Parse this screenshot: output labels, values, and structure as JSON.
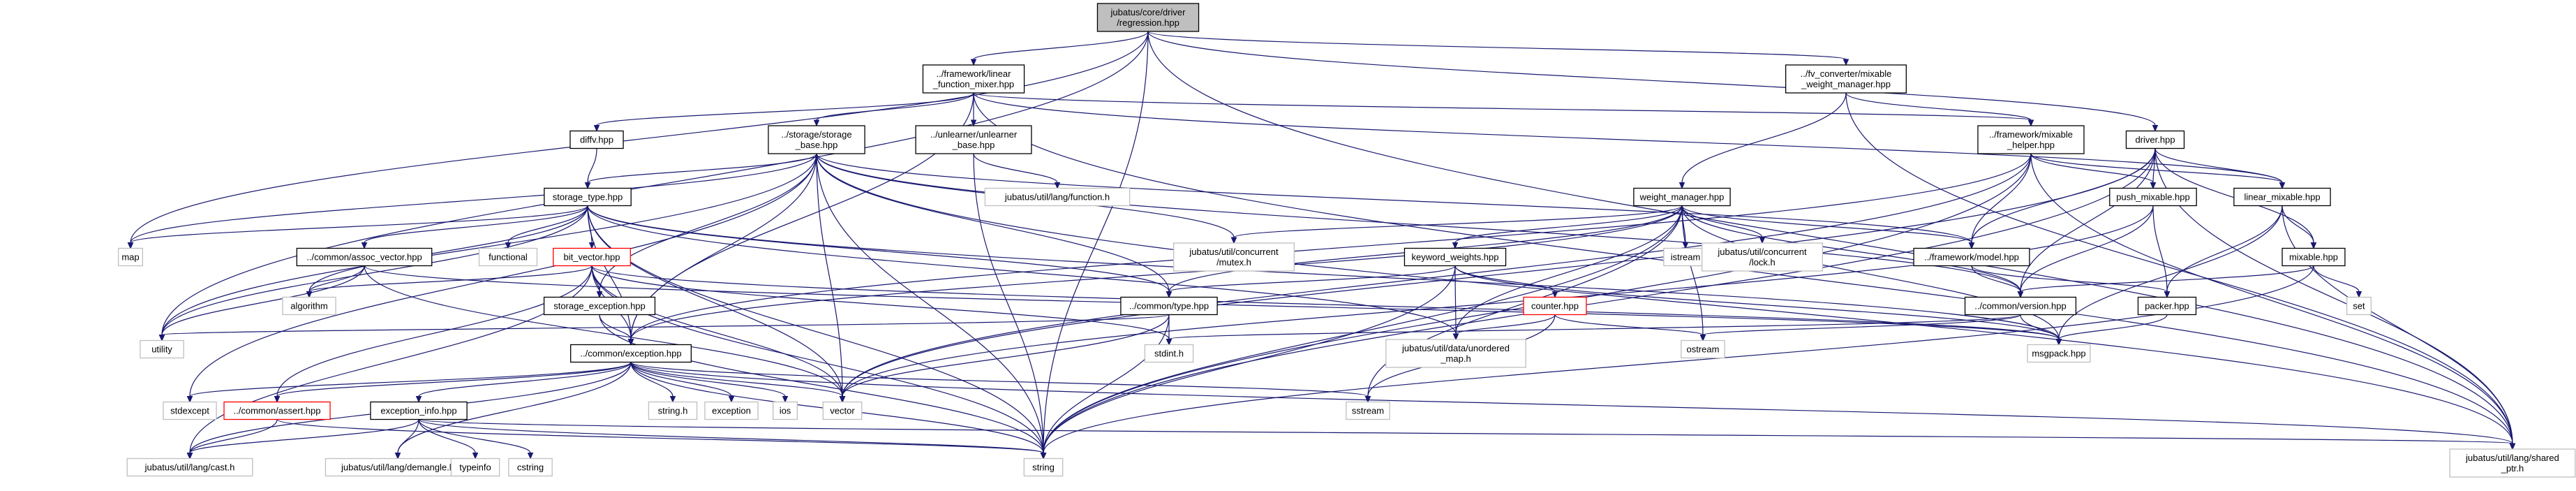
{
  "diagram": {
    "nodes": [
      {
        "id": "root",
        "lines": [
          "jubatus/core/driver",
          "/regression.hpp"
        ],
        "style": "root"
      },
      {
        "id": "lfm",
        "lines": [
          "../framework/linear",
          "_function_mixer.hpp"
        ],
        "style": "normal"
      },
      {
        "id": "fvconv",
        "lines": [
          "../fv_converter/mixable",
          "_weight_manager.hpp"
        ],
        "style": "normal"
      },
      {
        "id": "diffv",
        "lines": [
          "diffv.hpp"
        ],
        "style": "normal"
      },
      {
        "id": "storage_base",
        "lines": [
          "../storage/storage",
          "_base.hpp"
        ],
        "style": "normal"
      },
      {
        "id": "unlearner",
        "lines": [
          "../unlearner/unlearner",
          "_base.hpp"
        ],
        "style": "normal"
      },
      {
        "id": "mixable_helper",
        "lines": [
          "../framework/mixable",
          "_helper.hpp"
        ],
        "style": "normal"
      },
      {
        "id": "driver",
        "lines": [
          "driver.hpp"
        ],
        "style": "normal"
      },
      {
        "id": "function_h",
        "lines": [
          "jubatus/util/lang/function.h"
        ],
        "style": "missing"
      },
      {
        "id": "storage_type",
        "lines": [
          "storage_type.hpp"
        ],
        "style": "normal"
      },
      {
        "id": "weight_manager",
        "lines": [
          "weight_manager.hpp"
        ],
        "style": "normal"
      },
      {
        "id": "push_mixable",
        "lines": [
          "push_mixable.hpp"
        ],
        "style": "normal"
      },
      {
        "id": "linear_mixable",
        "lines": [
          "linear_mixable.hpp"
        ],
        "style": "normal"
      },
      {
        "id": "map",
        "lines": [
          "map"
        ],
        "style": "missing"
      },
      {
        "id": "assoc_vector",
        "lines": [
          "../common/assoc_vector.hpp"
        ],
        "style": "normal"
      },
      {
        "id": "functional",
        "lines": [
          "functional"
        ],
        "style": "missing"
      },
      {
        "id": "bit_vector",
        "lines": [
          "bit_vector.hpp"
        ],
        "style": "err"
      },
      {
        "id": "mutex_h",
        "lines": [
          "jubatus/util/concurrent",
          "/mutex.h"
        ],
        "style": "missing"
      },
      {
        "id": "keyword_weights",
        "lines": [
          "keyword_weights.hpp"
        ],
        "style": "normal"
      },
      {
        "id": "istream",
        "lines": [
          "istream"
        ],
        "style": "missing"
      },
      {
        "id": "lock_h",
        "lines": [
          "jubatus/util/concurrent",
          "/lock.h"
        ],
        "style": "missing"
      },
      {
        "id": "model",
        "lines": [
          "../framework/model.hpp"
        ],
        "style": "normal"
      },
      {
        "id": "mixable",
        "lines": [
          "mixable.hpp"
        ],
        "style": "normal"
      },
      {
        "id": "algorithm",
        "lines": [
          "algorithm"
        ],
        "style": "missing"
      },
      {
        "id": "storage_exception",
        "lines": [
          "storage_exception.hpp"
        ],
        "style": "normal"
      },
      {
        "id": "common_type",
        "lines": [
          "../common/type.hpp"
        ],
        "style": "normal"
      },
      {
        "id": "counter",
        "lines": [
          "counter.hpp"
        ],
        "style": "err"
      },
      {
        "id": "version",
        "lines": [
          "../common/version.hpp"
        ],
        "style": "normal"
      },
      {
        "id": "packer",
        "lines": [
          "packer.hpp"
        ],
        "style": "normal"
      },
      {
        "id": "set",
        "lines": [
          "set"
        ],
        "style": "missing"
      },
      {
        "id": "utility",
        "lines": [
          "utility"
        ],
        "style": "missing"
      },
      {
        "id": "common_exception",
        "lines": [
          "../common/exception.hpp"
        ],
        "style": "normal"
      },
      {
        "id": "stdint",
        "lines": [
          "stdint.h"
        ],
        "style": "missing"
      },
      {
        "id": "unordered_map",
        "lines": [
          "jubatus/util/data/unordered",
          "_map.h"
        ],
        "style": "missing"
      },
      {
        "id": "ostream",
        "lines": [
          "ostream"
        ],
        "style": "missing"
      },
      {
        "id": "msgpack",
        "lines": [
          "msgpack.hpp"
        ],
        "style": "missing"
      },
      {
        "id": "stdexcept",
        "lines": [
          "stdexcept"
        ],
        "style": "missing"
      },
      {
        "id": "common_assert",
        "lines": [
          "../common/assert.hpp"
        ],
        "style": "err"
      },
      {
        "id": "exception_info",
        "lines": [
          "exception_info.hpp"
        ],
        "style": "normal"
      },
      {
        "id": "string_h",
        "lines": [
          "string.h"
        ],
        "style": "missing"
      },
      {
        "id": "exception",
        "lines": [
          "exception"
        ],
        "style": "missing"
      },
      {
        "id": "ios",
        "lines": [
          "ios"
        ],
        "style": "missing"
      },
      {
        "id": "vector",
        "lines": [
          "vector"
        ],
        "style": "missing"
      },
      {
        "id": "sstream",
        "lines": [
          "sstream"
        ],
        "style": "missing"
      },
      {
        "id": "cast_h",
        "lines": [
          "jubatus/util/lang/cast.h"
        ],
        "style": "missing"
      },
      {
        "id": "demangle_h",
        "lines": [
          "jubatus/util/lang/demangle.h"
        ],
        "style": "missing"
      },
      {
        "id": "typeinfo",
        "lines": [
          "typeinfo"
        ],
        "style": "missing"
      },
      {
        "id": "cstring",
        "lines": [
          "cstring"
        ],
        "style": "missing"
      },
      {
        "id": "string",
        "lines": [
          "string"
        ],
        "style": "missing"
      },
      {
        "id": "shared_ptr",
        "lines": [
          "jubatus/util/lang/shared",
          "_ptr.h"
        ],
        "style": "missing"
      }
    ],
    "edges": [
      [
        "root",
        "lfm"
      ],
      [
        "root",
        "fvconv"
      ],
      [
        "root",
        "driver"
      ],
      [
        "root",
        "utility"
      ],
      [
        "root",
        "map"
      ],
      [
        "root",
        "string"
      ],
      [
        "root",
        "shared_ptr"
      ],
      [
        "lfm",
        "diffv"
      ],
      [
        "lfm",
        "storage_base"
      ],
      [
        "lfm",
        "unlearner"
      ],
      [
        "lfm",
        "mixable_helper"
      ],
      [
        "lfm",
        "linear_mixable"
      ],
      [
        "lfm",
        "common_exception"
      ],
      [
        "lfm",
        "shared_ptr"
      ],
      [
        "fvconv",
        "weight_manager"
      ],
      [
        "fvconv",
        "mixable_helper"
      ],
      [
        "fvconv",
        "shared_ptr"
      ],
      [
        "diffv",
        "storage_type"
      ],
      [
        "storage_base",
        "storage_type"
      ],
      [
        "storage_base",
        "storage_exception"
      ],
      [
        "storage_base",
        "common_type"
      ],
      [
        "storage_base",
        "common_exception"
      ],
      [
        "storage_base",
        "model"
      ],
      [
        "storage_base",
        "version"
      ],
      [
        "storage_base",
        "mutex_h"
      ],
      [
        "storage_base",
        "map"
      ],
      [
        "storage_base",
        "utility"
      ],
      [
        "storage_base",
        "stdexcept"
      ],
      [
        "storage_base",
        "vector"
      ],
      [
        "storage_base",
        "string"
      ],
      [
        "storage_base",
        "shared_ptr"
      ],
      [
        "unlearner",
        "function_h"
      ],
      [
        "unlearner",
        "string"
      ],
      [
        "mixable_helper",
        "model"
      ],
      [
        "mixable_helper",
        "push_mixable"
      ],
      [
        "mixable_helper",
        "linear_mixable"
      ],
      [
        "mixable_helper",
        "common_exception"
      ],
      [
        "mixable_helper",
        "vector"
      ],
      [
        "mixable_helper",
        "string"
      ],
      [
        "mixable_helper",
        "shared_ptr"
      ],
      [
        "driver",
        "push_mixable"
      ],
      [
        "driver",
        "linear_mixable"
      ],
      [
        "driver",
        "mixable"
      ],
      [
        "driver",
        "model"
      ],
      [
        "driver",
        "version"
      ],
      [
        "driver",
        "string"
      ],
      [
        "driver",
        "vector"
      ],
      [
        "driver",
        "shared_ptr"
      ],
      [
        "storage_type",
        "assoc_vector"
      ],
      [
        "storage_type",
        "bit_vector"
      ],
      [
        "storage_type",
        "functional"
      ],
      [
        "storage_type",
        "map"
      ],
      [
        "storage_type",
        "utility"
      ],
      [
        "storage_type",
        "algorithm"
      ],
      [
        "storage_type",
        "vector"
      ],
      [
        "storage_type",
        "string"
      ],
      [
        "storage_type",
        "common_type"
      ],
      [
        "storage_type",
        "common_exception"
      ],
      [
        "storage_type",
        "msgpack"
      ],
      [
        "storage_type",
        "unordered_map"
      ],
      [
        "weight_manager",
        "keyword_weights"
      ],
      [
        "weight_manager",
        "mutex_h"
      ],
      [
        "weight_manager",
        "istream"
      ],
      [
        "weight_manager",
        "lock_h"
      ],
      [
        "weight_manager",
        "model"
      ],
      [
        "weight_manager",
        "version"
      ],
      [
        "weight_manager",
        "common_type"
      ],
      [
        "weight_manager",
        "common_exception"
      ],
      [
        "weight_manager",
        "unordered_map"
      ],
      [
        "weight_manager",
        "msgpack"
      ],
      [
        "weight_manager",
        "ostream"
      ],
      [
        "weight_manager",
        "sstream"
      ],
      [
        "weight_manager",
        "string"
      ],
      [
        "push_mixable",
        "packer"
      ],
      [
        "push_mixable",
        "version"
      ],
      [
        "push_mixable",
        "vector"
      ],
      [
        "linear_mixable",
        "packer"
      ],
      [
        "linear_mixable",
        "mixable"
      ],
      [
        "linear_mixable",
        "msgpack"
      ],
      [
        "linear_mixable",
        "shared_ptr"
      ],
      [
        "assoc_vector",
        "algorithm"
      ],
      [
        "assoc_vector",
        "utility"
      ],
      [
        "assoc_vector",
        "vector"
      ],
      [
        "assoc_vector",
        "msgpack"
      ],
      [
        "bit_vector",
        "algorithm"
      ],
      [
        "bit_vector",
        "storage_exception"
      ],
      [
        "bit_vector",
        "common_exception"
      ],
      [
        "bit_vector",
        "common_assert"
      ],
      [
        "bit_vector",
        "cast_h"
      ],
      [
        "bit_vector",
        "stdint"
      ],
      [
        "bit_vector",
        "vector"
      ],
      [
        "bit_vector",
        "string"
      ],
      [
        "bit_vector",
        "msgpack"
      ],
      [
        "keyword_weights",
        "counter"
      ],
      [
        "keyword_weights",
        "common_type"
      ],
      [
        "keyword_weights",
        "unordered_map"
      ],
      [
        "keyword_weights",
        "msgpack"
      ],
      [
        "keyword_weights",
        "string"
      ],
      [
        "model",
        "packer"
      ],
      [
        "model",
        "version"
      ],
      [
        "mixable",
        "version"
      ],
      [
        "mixable",
        "set"
      ],
      [
        "mixable",
        "string"
      ],
      [
        "storage_exception",
        "common_exception"
      ],
      [
        "storage_exception",
        "string"
      ],
      [
        "common_type",
        "stdint"
      ],
      [
        "common_type",
        "utility"
      ],
      [
        "common_type",
        "vector"
      ],
      [
        "common_type",
        "string"
      ],
      [
        "counter",
        "unordered_map"
      ],
      [
        "counter",
        "ostream"
      ],
      [
        "counter",
        "sstream"
      ],
      [
        "version",
        "stdint"
      ],
      [
        "version",
        "ostream"
      ],
      [
        "version",
        "msgpack"
      ],
      [
        "packer",
        "msgpack"
      ],
      [
        "common_exception",
        "stdexcept"
      ],
      [
        "common_exception",
        "common_assert"
      ],
      [
        "common_exception",
        "exception_info"
      ],
      [
        "common_exception",
        "string_h"
      ],
      [
        "common_exception",
        "exception"
      ],
      [
        "common_exception",
        "ios"
      ],
      [
        "common_exception",
        "vector"
      ],
      [
        "common_exception",
        "sstream"
      ],
      [
        "common_exception",
        "string"
      ],
      [
        "common_exception",
        "shared_ptr"
      ],
      [
        "common_exception",
        "demangle_h"
      ],
      [
        "common_exception",
        "cast_h"
      ],
      [
        "common_assert",
        "cast_h"
      ],
      [
        "common_assert",
        "string"
      ],
      [
        "exception_info",
        "typeinfo"
      ],
      [
        "exception_info",
        "cstring"
      ],
      [
        "exception_info",
        "cast_h"
      ],
      [
        "exception_info",
        "demangle_h"
      ],
      [
        "exception_info",
        "string"
      ],
      [
        "exception_info",
        "shared_ptr"
      ]
    ],
    "colors": {
      "edge": "#191970",
      "root_fill": "#bfbfbf",
      "missing_border": "#bfbfbf",
      "error_border": "#ff0000"
    }
  }
}
